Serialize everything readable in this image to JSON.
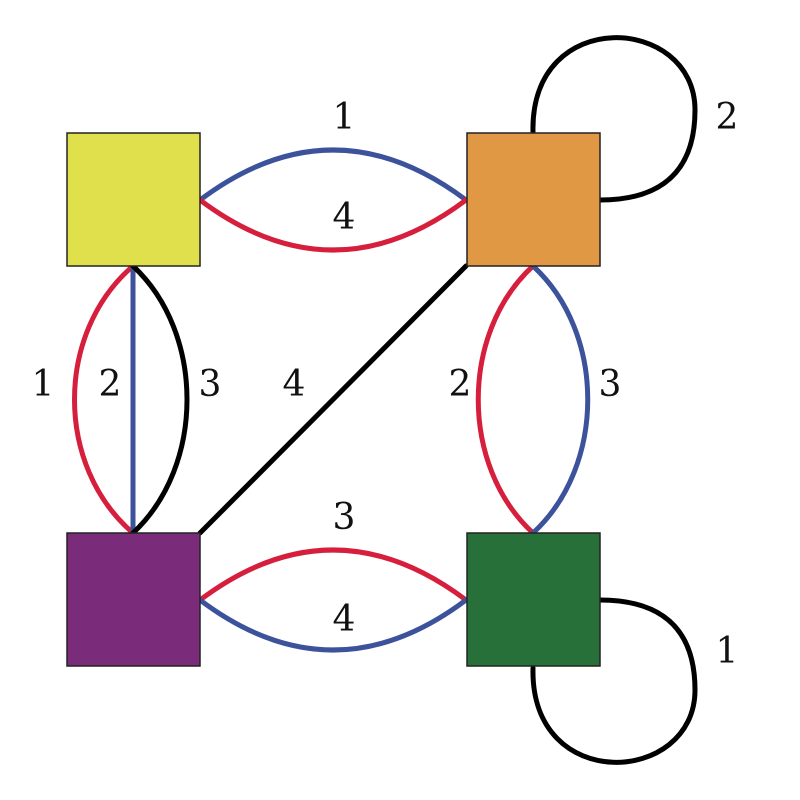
{
  "colors": {
    "red": "#d61f3c",
    "blue": "#3c529b",
    "black": "#000000"
  },
  "nodes": [
    {
      "id": "yellow",
      "color": "#e0e04c"
    },
    {
      "id": "orange",
      "color": "#e09845"
    },
    {
      "id": "purple",
      "color": "#7a2b7a"
    },
    {
      "id": "green",
      "color": "#27703a"
    }
  ],
  "edges": [
    {
      "from": "yellow",
      "to": "orange",
      "color": "blue",
      "label": "1"
    },
    {
      "from": "yellow",
      "to": "orange",
      "color": "red",
      "label": "4"
    },
    {
      "from": "orange",
      "to": "orange",
      "color": "black",
      "label": "2"
    },
    {
      "from": "yellow",
      "to": "purple",
      "color": "red",
      "label": "1"
    },
    {
      "from": "yellow",
      "to": "purple",
      "color": "blue",
      "label": "2"
    },
    {
      "from": "yellow",
      "to": "purple",
      "color": "black",
      "label": "3"
    },
    {
      "from": "orange",
      "to": "purple",
      "color": "black",
      "label": "4"
    },
    {
      "from": "orange",
      "to": "green",
      "color": "red",
      "label": "2"
    },
    {
      "from": "orange",
      "to": "green",
      "color": "blue",
      "label": "3"
    },
    {
      "from": "purple",
      "to": "green",
      "color": "red",
      "label": "3"
    },
    {
      "from": "purple",
      "to": "green",
      "color": "blue",
      "label": "4"
    },
    {
      "from": "green",
      "to": "green",
      "color": "black",
      "label": "1"
    }
  ]
}
